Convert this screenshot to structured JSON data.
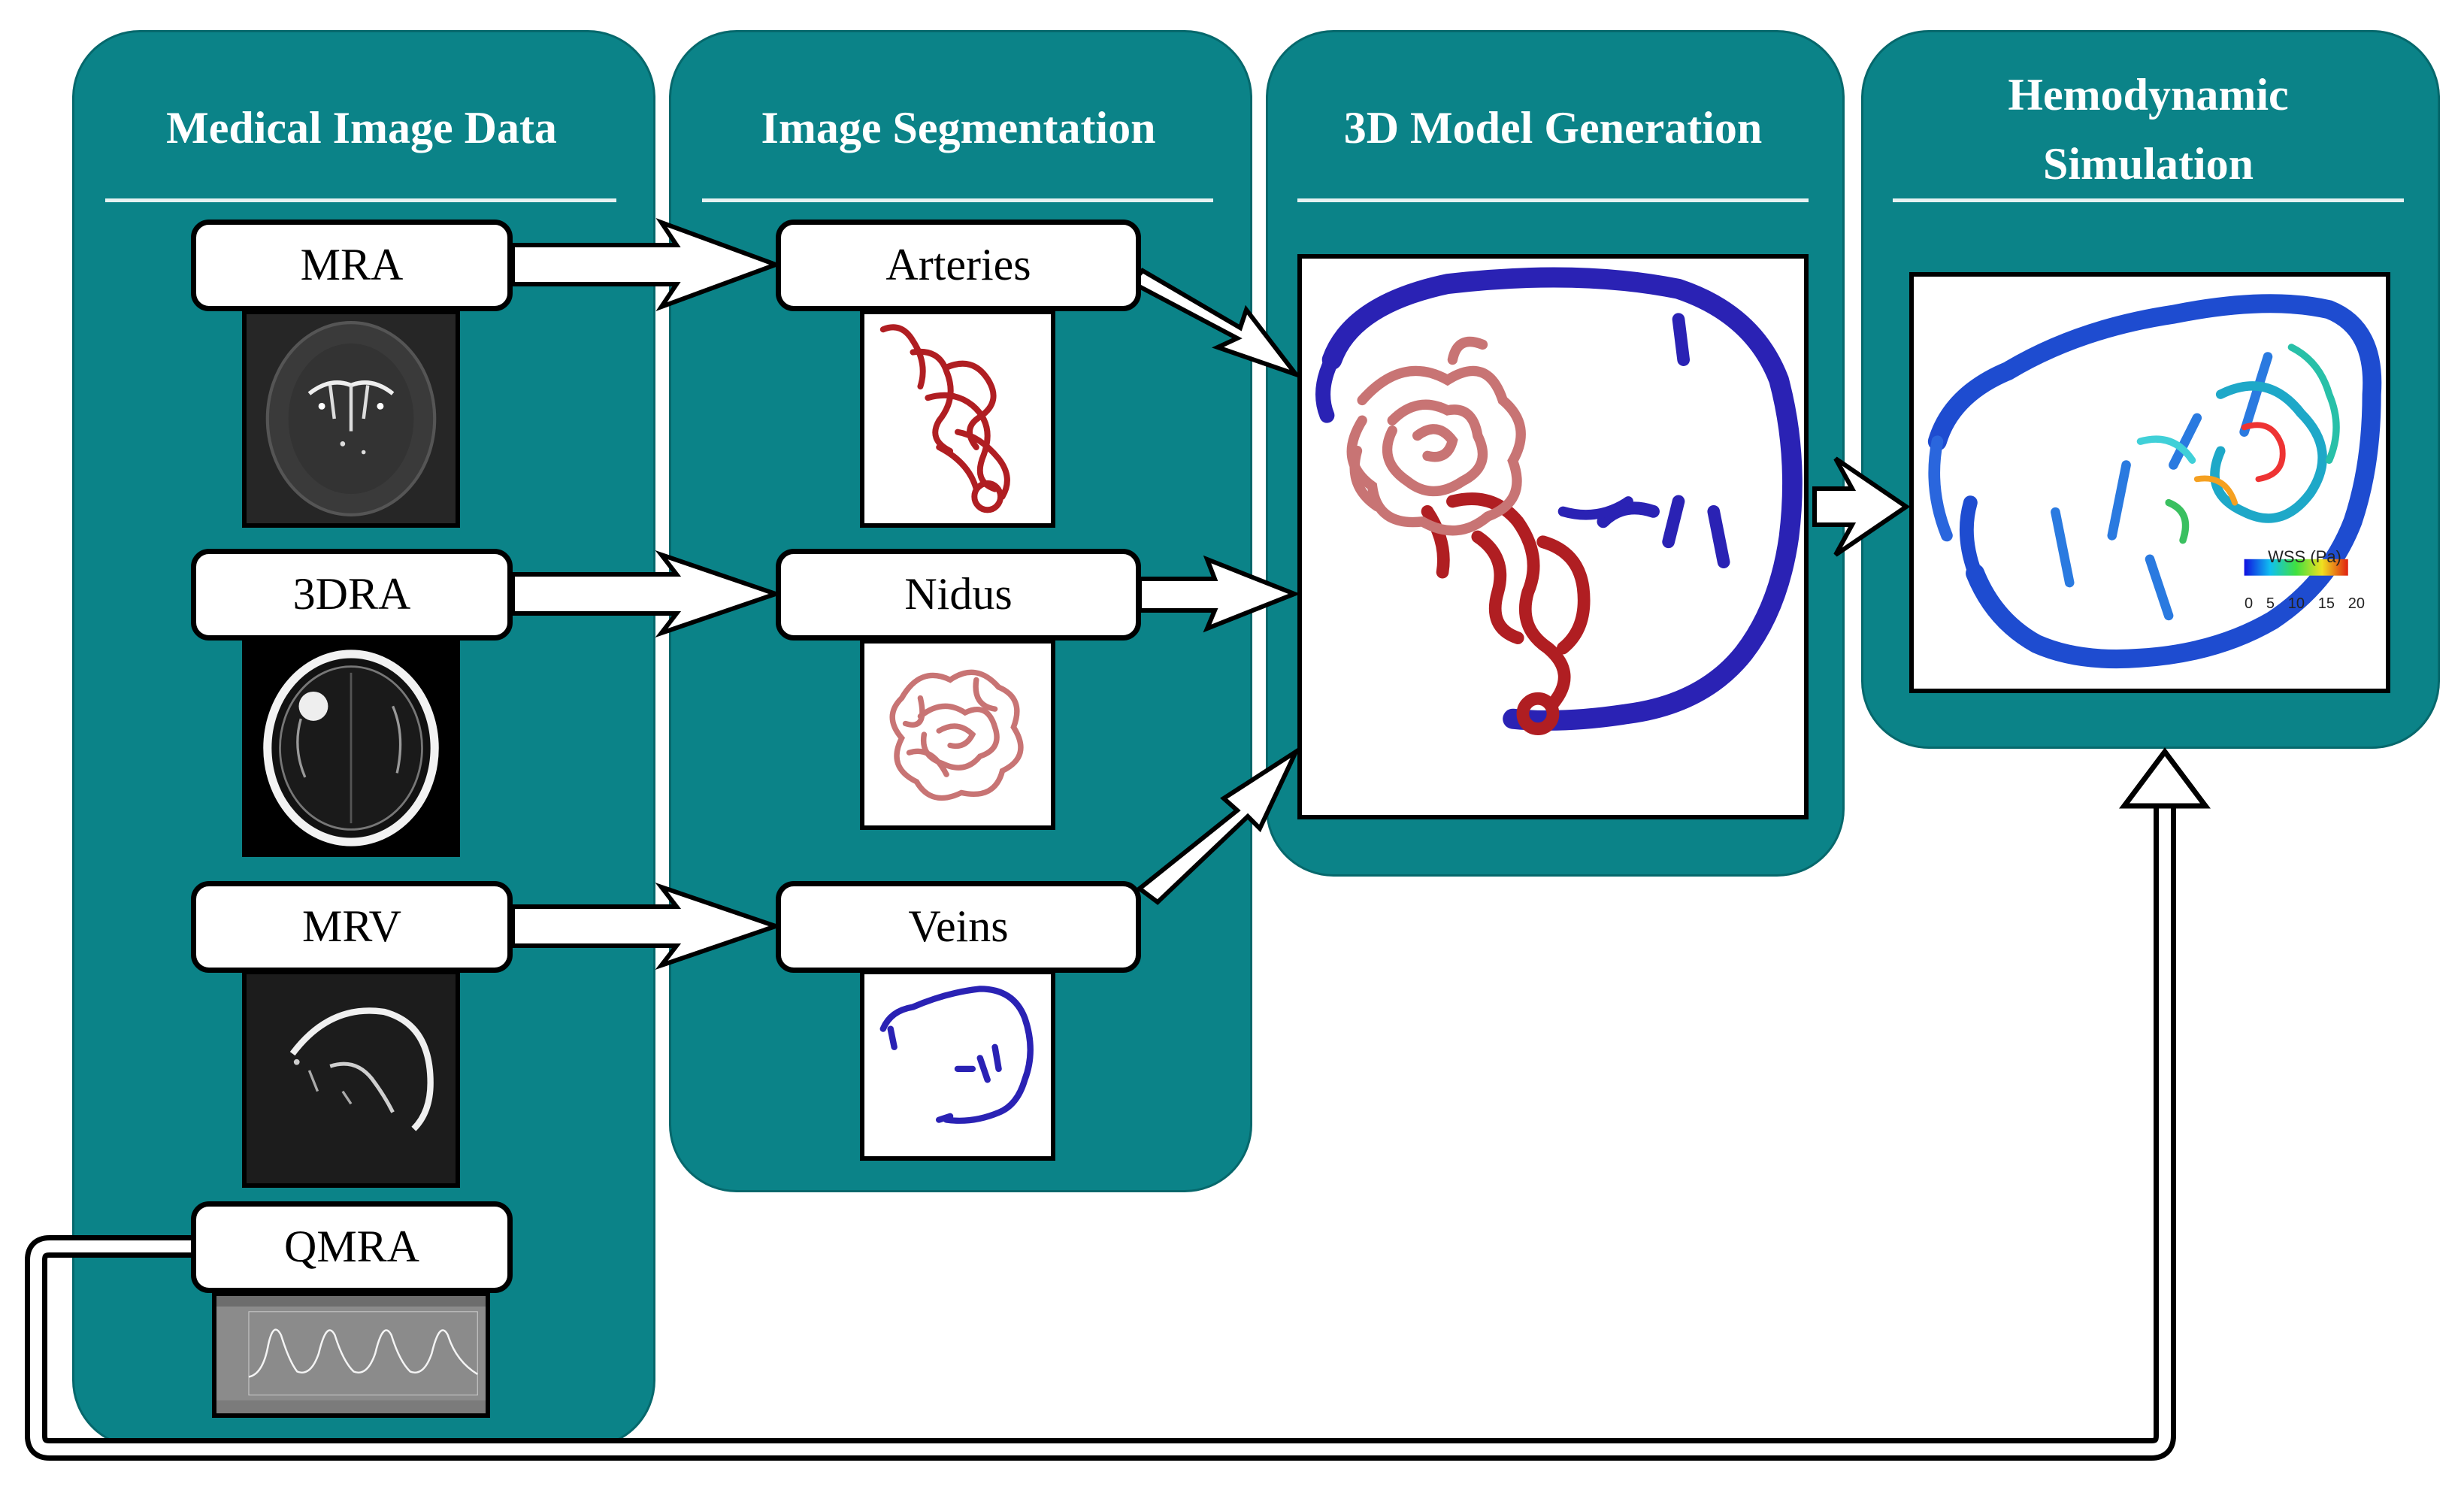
{
  "columns": {
    "medical": "Medical Image Data",
    "segmentation": "Image Segmentation",
    "model": "3D Model Generation",
    "simulation_line1": "Hemodynamic",
    "simulation_line2": "Simulation"
  },
  "inputs": {
    "mra": "MRA",
    "dra": "3DRA",
    "mrv": "MRV",
    "qmra": "QMRA"
  },
  "segments": {
    "arteries": "Arteries",
    "nidus": "Nidus",
    "veins": "Veins"
  },
  "colors": {
    "panel": "#0b8388",
    "artery": "#b01e22",
    "nidus": "#c87474",
    "vein": "#2a22b4"
  },
  "wss_legend": {
    "title": "WSS (Pa)",
    "ticks": [
      "0",
      "5",
      "10",
      "15",
      "20"
    ]
  }
}
